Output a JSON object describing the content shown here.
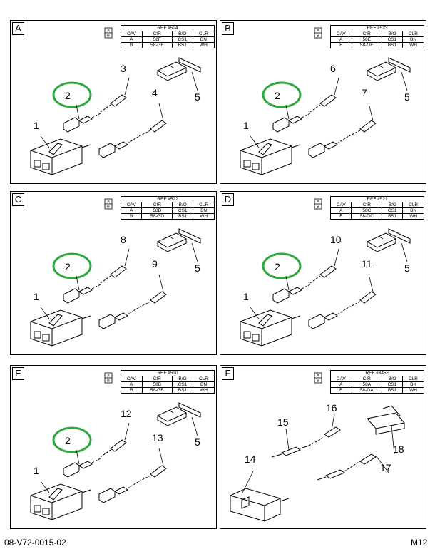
{
  "panels": [
    {
      "label": "A",
      "ref": "REF #524",
      "header": [
        "CAV",
        "CIR",
        "B/O",
        "CLR"
      ],
      "rows": [
        [
          "A",
          "58F",
          "CS1",
          "BN"
        ],
        [
          "B",
          "58-GF",
          "BS1",
          "WH"
        ]
      ],
      "callouts": [
        "1",
        "2",
        "3",
        "4",
        "5"
      ]
    },
    {
      "label": "B",
      "ref": "REF #523",
      "header": [
        "CAV",
        "CIR",
        "B/O",
        "CLR"
      ],
      "rows": [
        [
          "A",
          "58E",
          "CS1",
          "BN"
        ],
        [
          "B",
          "58-GE",
          "BS1",
          "WH"
        ]
      ],
      "callouts": [
        "1",
        "2",
        "6",
        "7",
        "5"
      ]
    },
    {
      "label": "C",
      "ref": "REF #522",
      "header": [
        "CAV",
        "CIR",
        "B/O",
        "CLR"
      ],
      "rows": [
        [
          "A",
          "58D",
          "CS1",
          "BN"
        ],
        [
          "B",
          "58-GD",
          "BS1",
          "WH"
        ]
      ],
      "callouts": [
        "1",
        "2",
        "8",
        "9",
        "5"
      ]
    },
    {
      "label": "D",
      "ref": "REF #521",
      "header": [
        "CAV",
        "CIR",
        "B/O",
        "CLR"
      ],
      "rows": [
        [
          "A",
          "58C",
          "CS1",
          "BN"
        ],
        [
          "B",
          "58-GC",
          "BS1",
          "WH"
        ]
      ],
      "callouts": [
        "1",
        "2",
        "10",
        "11",
        "5"
      ]
    },
    {
      "label": "E",
      "ref": "REF #520",
      "header": [
        "CAV",
        "CIR",
        "B/O",
        "CLR"
      ],
      "rows": [
        [
          "A",
          "58B",
          "CS1",
          "BN"
        ],
        [
          "B",
          "58-GB",
          "BS1",
          "WH"
        ]
      ],
      "callouts": [
        "1",
        "2",
        "12",
        "13",
        "5"
      ]
    },
    {
      "label": "F",
      "ref": "REF #345F",
      "header": [
        "CAV",
        "CIR",
        "B/O",
        "CLR"
      ],
      "rows": [
        [
          "A",
          "58A",
          "CS1",
          "BK"
        ],
        [
          "B",
          "58-GA",
          "BS1",
          "WH"
        ]
      ],
      "callouts": [
        "14",
        "15",
        "16",
        "17",
        "18"
      ]
    }
  ],
  "icon_letters": [
    "A",
    "B"
  ],
  "footer": {
    "drawing_id": "08-V72-0015-02",
    "page_code": "M12"
  },
  "colors": {
    "highlight_circle": "#2eaa3c",
    "line": "#000000"
  }
}
